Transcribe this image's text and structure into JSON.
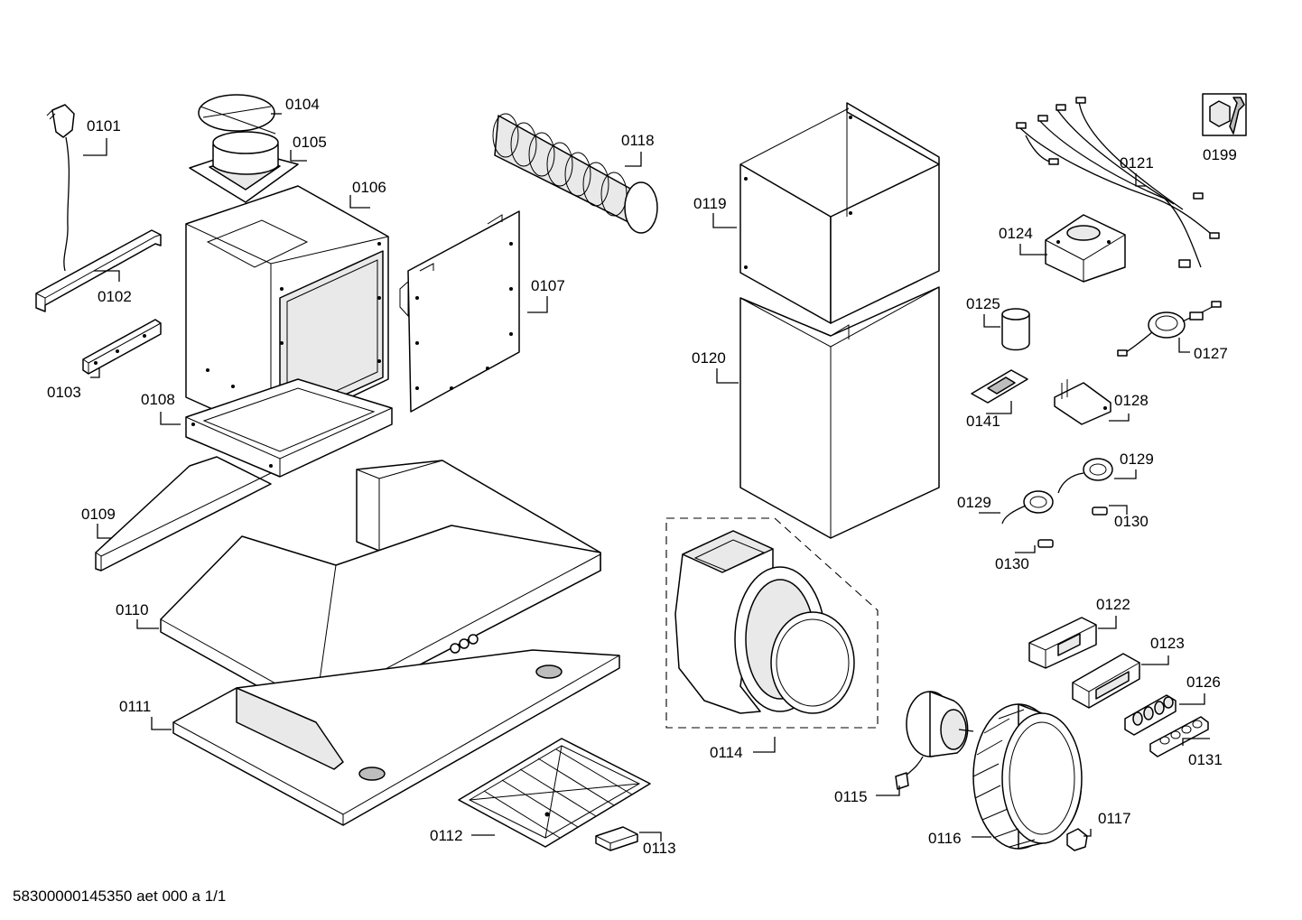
{
  "diagram": {
    "footer_code": "58300000145350 aet 000 a 1/1",
    "parts": [
      {
        "id": "p0101",
        "label": "0101"
      },
      {
        "id": "p0102",
        "label": "0102"
      },
      {
        "id": "p0103",
        "label": "0103"
      },
      {
        "id": "p0104",
        "label": "0104"
      },
      {
        "id": "p0105",
        "label": "0105"
      },
      {
        "id": "p0106",
        "label": "0106"
      },
      {
        "id": "p0107",
        "label": "0107"
      },
      {
        "id": "p0108",
        "label": "0108"
      },
      {
        "id": "p0109",
        "label": "0109"
      },
      {
        "id": "p0110",
        "label": "0110"
      },
      {
        "id": "p0111",
        "label": "0111"
      },
      {
        "id": "p0112",
        "label": "0112"
      },
      {
        "id": "p0113",
        "label": "0113"
      },
      {
        "id": "p0114",
        "label": "0114"
      },
      {
        "id": "p0115",
        "label": "0115"
      },
      {
        "id": "p0116",
        "label": "0116"
      },
      {
        "id": "p0117",
        "label": "0117"
      },
      {
        "id": "p0118",
        "label": "0118"
      },
      {
        "id": "p0119",
        "label": "0119"
      },
      {
        "id": "p0120",
        "label": "0120"
      },
      {
        "id": "p0121",
        "label": "0121"
      },
      {
        "id": "p0122",
        "label": "0122"
      },
      {
        "id": "p0123",
        "label": "0123"
      },
      {
        "id": "p0124",
        "label": "0124"
      },
      {
        "id": "p0125",
        "label": "0125"
      },
      {
        "id": "p0126",
        "label": "0126"
      },
      {
        "id": "p0127",
        "label": "0127"
      },
      {
        "id": "p0128",
        "label": "0128"
      },
      {
        "id": "p0129a",
        "label": "0129"
      },
      {
        "id": "p0129b",
        "label": "0129"
      },
      {
        "id": "p0130a",
        "label": "0130"
      },
      {
        "id": "p0130b",
        "label": "0130"
      },
      {
        "id": "p0131",
        "label": "0131"
      },
      {
        "id": "p0141",
        "label": "0141"
      },
      {
        "id": "p0199",
        "label": "0199"
      }
    ]
  }
}
